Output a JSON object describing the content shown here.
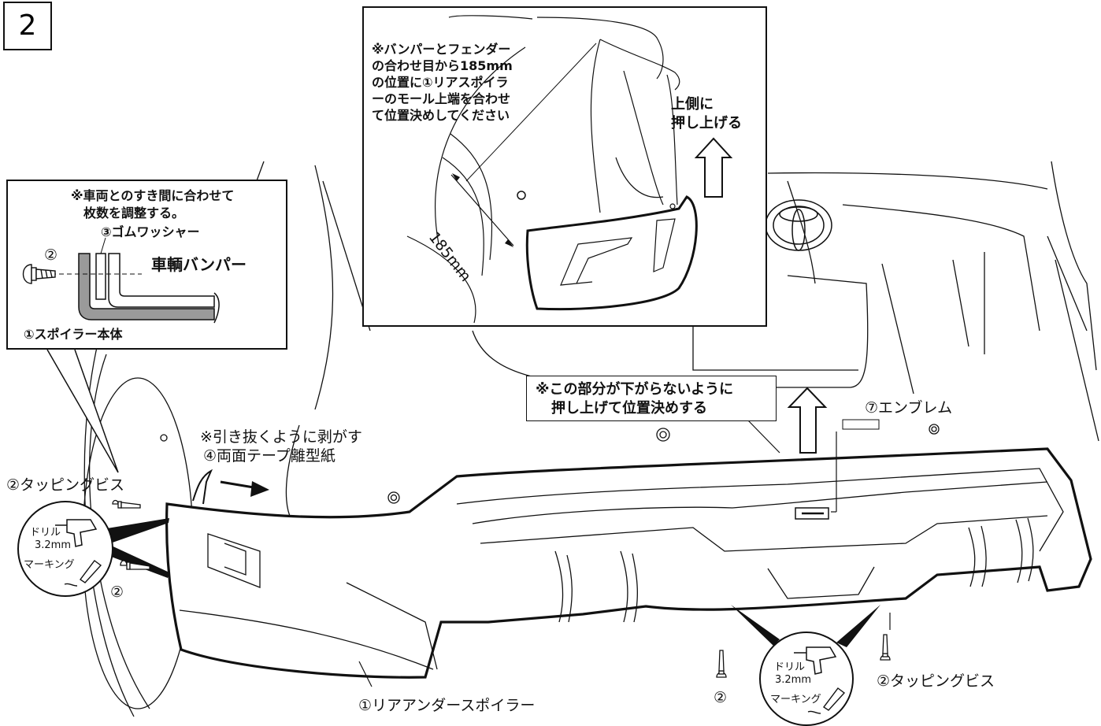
{
  "step_number": "2",
  "inset_top": {
    "note": "※バンパーとフェンダーの合わせ目から185mmの位置に①リアスポイラーのモール上端を合わせて位置決めしてください",
    "note_lines": [
      "※バンパーとフェンダー",
      "の合わせ目から185mm",
      "の位置に①リアスポイラ",
      "ーのモール上端を合わせ",
      "て位置決めしてください"
    ],
    "push_up_lines": [
      "上側に",
      "押し上げる"
    ],
    "dimension": "185mm"
  },
  "inset_left": {
    "note_lines": [
      "※車両とのすき間に合わせて",
      "枚数を調整する。"
    ],
    "washer": "③ゴムワッシャー",
    "screw_num": "②",
    "bumper": "車輌バンパー",
    "spoiler_body": "①スポイラー本体"
  },
  "callouts": {
    "push_note_lines": [
      "※この部分が下がらないように",
      "押し上げて位置決めする"
    ],
    "emblem": "⑦エンブレム",
    "peel_note": "※引き抜くように剥がす",
    "tape": "④両面テープ離型紙",
    "tapping_left": "②タッピングビス",
    "screw_left": "②",
    "screw_bottom": "②",
    "tapping_right": "②タッピングビス",
    "spoiler": "①リアアンダースポイラー",
    "drill_left_lines": [
      "ドリル",
      "3.2mm",
      "マーキング"
    ],
    "drill_bottom_lines": [
      "ドリル",
      "3.2mm",
      "マーキング"
    ]
  },
  "colors": {
    "line": "#111111",
    "gray": "#9a9a9a",
    "background": "#ffffff"
  },
  "icons": [
    "screw-icon",
    "drill-icon",
    "marker-icon",
    "toyota-emblem-icon",
    "arrow-up-icon",
    "arrow-right-icon"
  ]
}
